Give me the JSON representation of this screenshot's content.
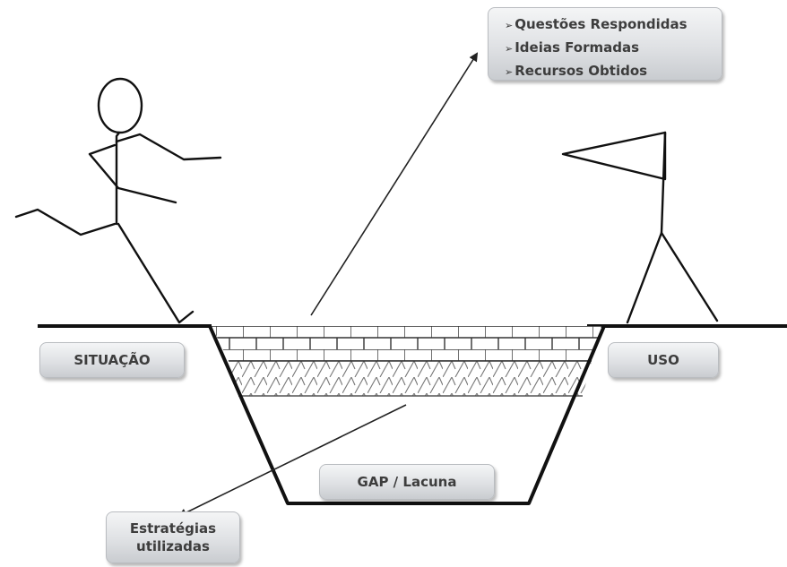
{
  "diagram": {
    "outcomes": [
      "Questões Respondidas",
      "Ideias Formadas",
      "Recursos Obtidos"
    ],
    "bullet_glyph": "➢",
    "situation_label": "SITUAÇÃO",
    "use_label": "USO",
    "gap_label": "GAP / Lacuna",
    "strategies_line1": "Estratégias",
    "strategies_line2": "utilizadas"
  }
}
